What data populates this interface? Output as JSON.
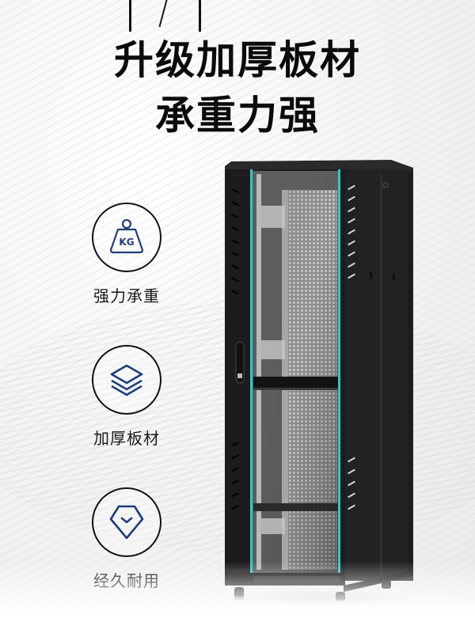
{
  "headline": {
    "line1": "升级加厚板材",
    "line2": "承重力强"
  },
  "features": [
    {
      "icon": "weight-kg-icon",
      "icon_text": "KG",
      "label": "强力承重"
    },
    {
      "icon": "layers-icon",
      "label": "加厚板材"
    },
    {
      "icon": "diamond-icon",
      "label": "经久耐用"
    }
  ],
  "product": {
    "name": "server-rack-cabinet",
    "accent_color": "#2fc7c9",
    "body_color": "#1c1c1e",
    "icon_color": "#1f3e7a"
  }
}
